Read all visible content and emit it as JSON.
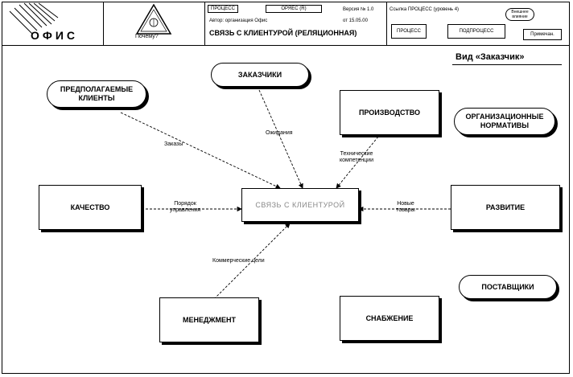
{
  "header": {
    "logo": "ОФИС",
    "why_label": "Почему?",
    "process_tab": "ПРОЦЕСС",
    "process_code": "ОРЯЕС (R)",
    "version": "Версия № 1.0",
    "author": "Автор: организация Офис",
    "date": "от 15.05.00",
    "process_title": "СВЯЗЬ С КЛИЕНТУРОЙ (РЕЛЯЦИОННАЯ)",
    "link_text": "Ссылка ПРОЦЕСС (уровень 4)",
    "menu_btn": "Внешнее влияние",
    "process_btn": "ПРОЦЕСС",
    "subprocess_btn": "ПОДПРОЦЕСС",
    "example_btn": "Примечан."
  },
  "view_title": "Вид «Заказчик»",
  "nodes": {
    "prospects": "ПРЕДПОЛАГАЕМЫЕ КЛИЕНТЫ",
    "customers": "ЗАКАЗЧИКИ",
    "production": "ПРОИЗВОДСТВО",
    "org_norms": "ОРГАНИЗАЦИОННЫЕ НОРМАТИВЫ",
    "quality": "КАЧЕСТВО",
    "center": "СВЯЗЬ С КЛИЕНТУРОЙ",
    "development": "РАЗВИТИЕ",
    "suppliers": "ПОСТАВЩИКИ",
    "management": "МЕНЕДЖМЕНТ",
    "supply": "СНАБЖЕНИЕ"
  },
  "edge_labels": {
    "order": "Заказы",
    "expectations": "Ожидания",
    "tech": "Технические компетенции",
    "quality_link": "Порядок управления",
    "new_products": "Новые товары",
    "commercial": "Коммерческие цели"
  }
}
